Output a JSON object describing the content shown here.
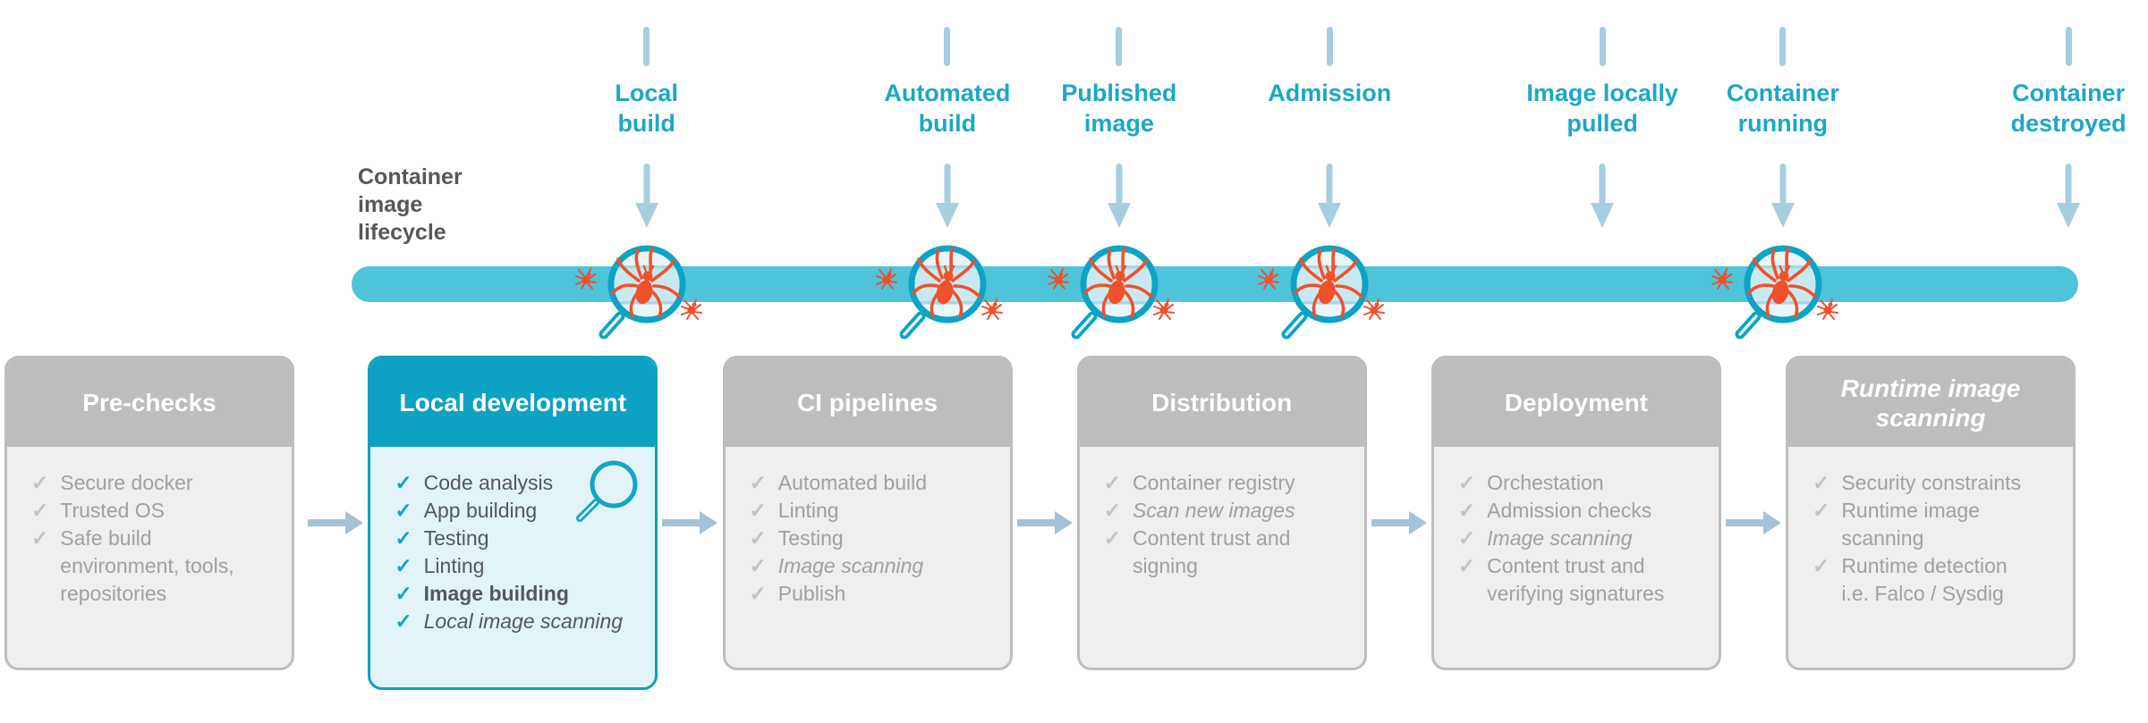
{
  "diagram_title": "Container\nimage\nlifecycle",
  "timeline": {
    "stages": [
      {
        "label": "Local\nbuild",
        "x_percent": 30.1,
        "scanner": true
      },
      {
        "label": "Automated\nbuild",
        "x_percent": 44.1,
        "scanner": true
      },
      {
        "label": "Published\nimage",
        "x_percent": 52.1,
        "scanner": true
      },
      {
        "label": "Admission",
        "x_percent": 61.9,
        "scanner": true
      },
      {
        "label": "Image locally\npulled",
        "x_percent": 74.6,
        "scanner": false
      },
      {
        "label": "Container\nrunning",
        "x_percent": 83.0,
        "scanner": true
      },
      {
        "label": "Container\ndestroyed",
        "x_percent": 96.3,
        "scanner": false
      }
    ]
  },
  "cards": [
    {
      "title": "Pre-checks",
      "arrow_before": false,
      "items": [
        {
          "text": "Secure docker"
        },
        {
          "text": "Trusted OS"
        },
        {
          "text": "Safe build\nenvironment, tools,\nrepositories"
        }
      ]
    },
    {
      "title": "Local development",
      "card_style": "highlighted",
      "arrow_before": true,
      "scanner_icon": true,
      "items": [
        {
          "text": "Code analysis"
        },
        {
          "text": "App building"
        },
        {
          "text": "Testing"
        },
        {
          "text": "Linting"
        },
        {
          "text": "Image building",
          "style": "teal-bold"
        },
        {
          "text": "Local image scanning",
          "style": "italic"
        }
      ]
    },
    {
      "title": "CI pipelines",
      "arrow_before": true,
      "items": [
        {
          "text": "Automated build"
        },
        {
          "text": "Linting"
        },
        {
          "text": "Testing"
        },
        {
          "text": "Image scanning",
          "style": "italic"
        },
        {
          "text": "Publish"
        }
      ]
    },
    {
      "title": "Distribution",
      "arrow_before": true,
      "items": [
        {
          "text": "Container registry"
        },
        {
          "text": "Scan new images",
          "style": "italic"
        },
        {
          "text": "Content trust and\nsigning"
        }
      ]
    },
    {
      "title": "Deployment",
      "arrow_before": true,
      "items": [
        {
          "text": "Orchestation"
        },
        {
          "text": "Admission checks"
        },
        {
          "text": "Image scanning",
          "style": "italic"
        },
        {
          "text": "Content trust and\nverifying signatures"
        }
      ]
    },
    {
      "title": "Runtime image\nscanning",
      "header_style": "italic-header",
      "arrow_before": true,
      "items": [
        {
          "text": "Security constraints"
        },
        {
          "text": "Runtime image\nscanning"
        },
        {
          "text": "Runtime detection\ni.e. Falco / Sysdig"
        }
      ]
    }
  ],
  "icons": {
    "check": "✓",
    "magnifier_bug": "magnifier-with-spider",
    "small_bug": "spider-bug",
    "down_arrow": "arrow-down",
    "flow_arrow": "arrow-right",
    "magnifier": "magnifying-glass"
  },
  "colors": {
    "accent_teal": "#0DA2C3",
    "label_teal": "#1CA7C7",
    "timeline_bar": "#4EC4DB",
    "soft_blue_arrow": "#A7CEDF",
    "flow_arrow_blue": "#A6C2D6",
    "inactive_gray_header": "#BDBDBD",
    "card_body_gray": "#EFEFEF",
    "card_body_cyan": "#E2F4F8",
    "bug_orange": "#F0512A",
    "text_dark": "#55575A",
    "text_gray": "#9FA1A4"
  }
}
